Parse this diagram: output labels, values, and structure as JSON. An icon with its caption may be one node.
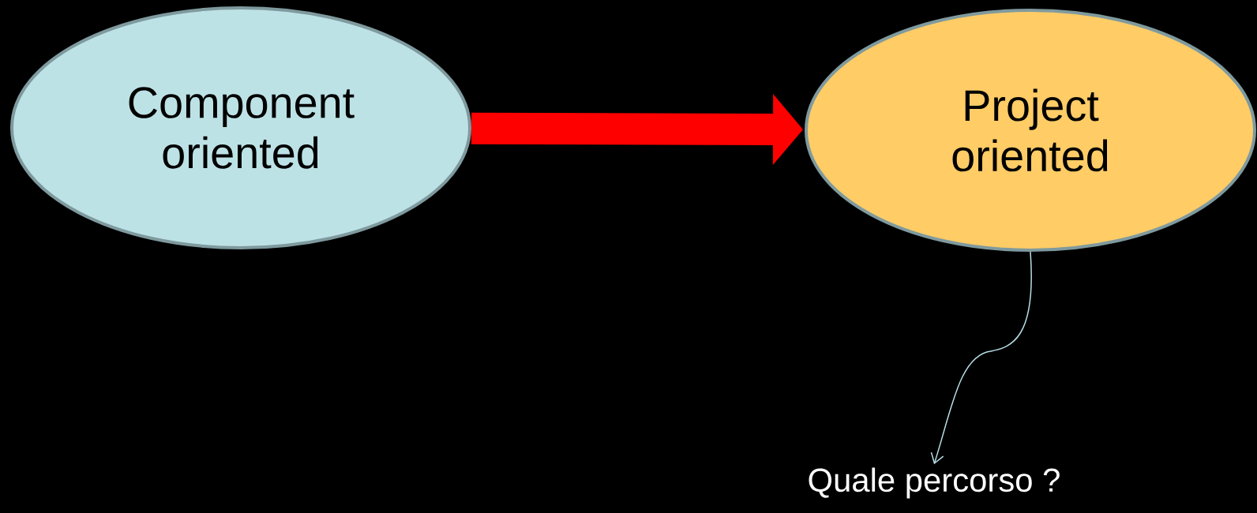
{
  "diagram": {
    "nodes": [
      {
        "text": [
          "Component oriented"
        ]
      },
      {
        "text": [
          "Project oriented"
        ]
      },
      {
        "text": [
          "Quale percorso ?"
        ]
      }
    ],
    "edges": [
      {
        "from": 0,
        "to": 1,
        "arrow": "to",
        "style": "thick",
        "color": "#ff0000"
      },
      {
        "from": 1,
        "to": 2,
        "arrow": "to",
        "color": "#b8e0e8"
      }
    ]
  }
}
